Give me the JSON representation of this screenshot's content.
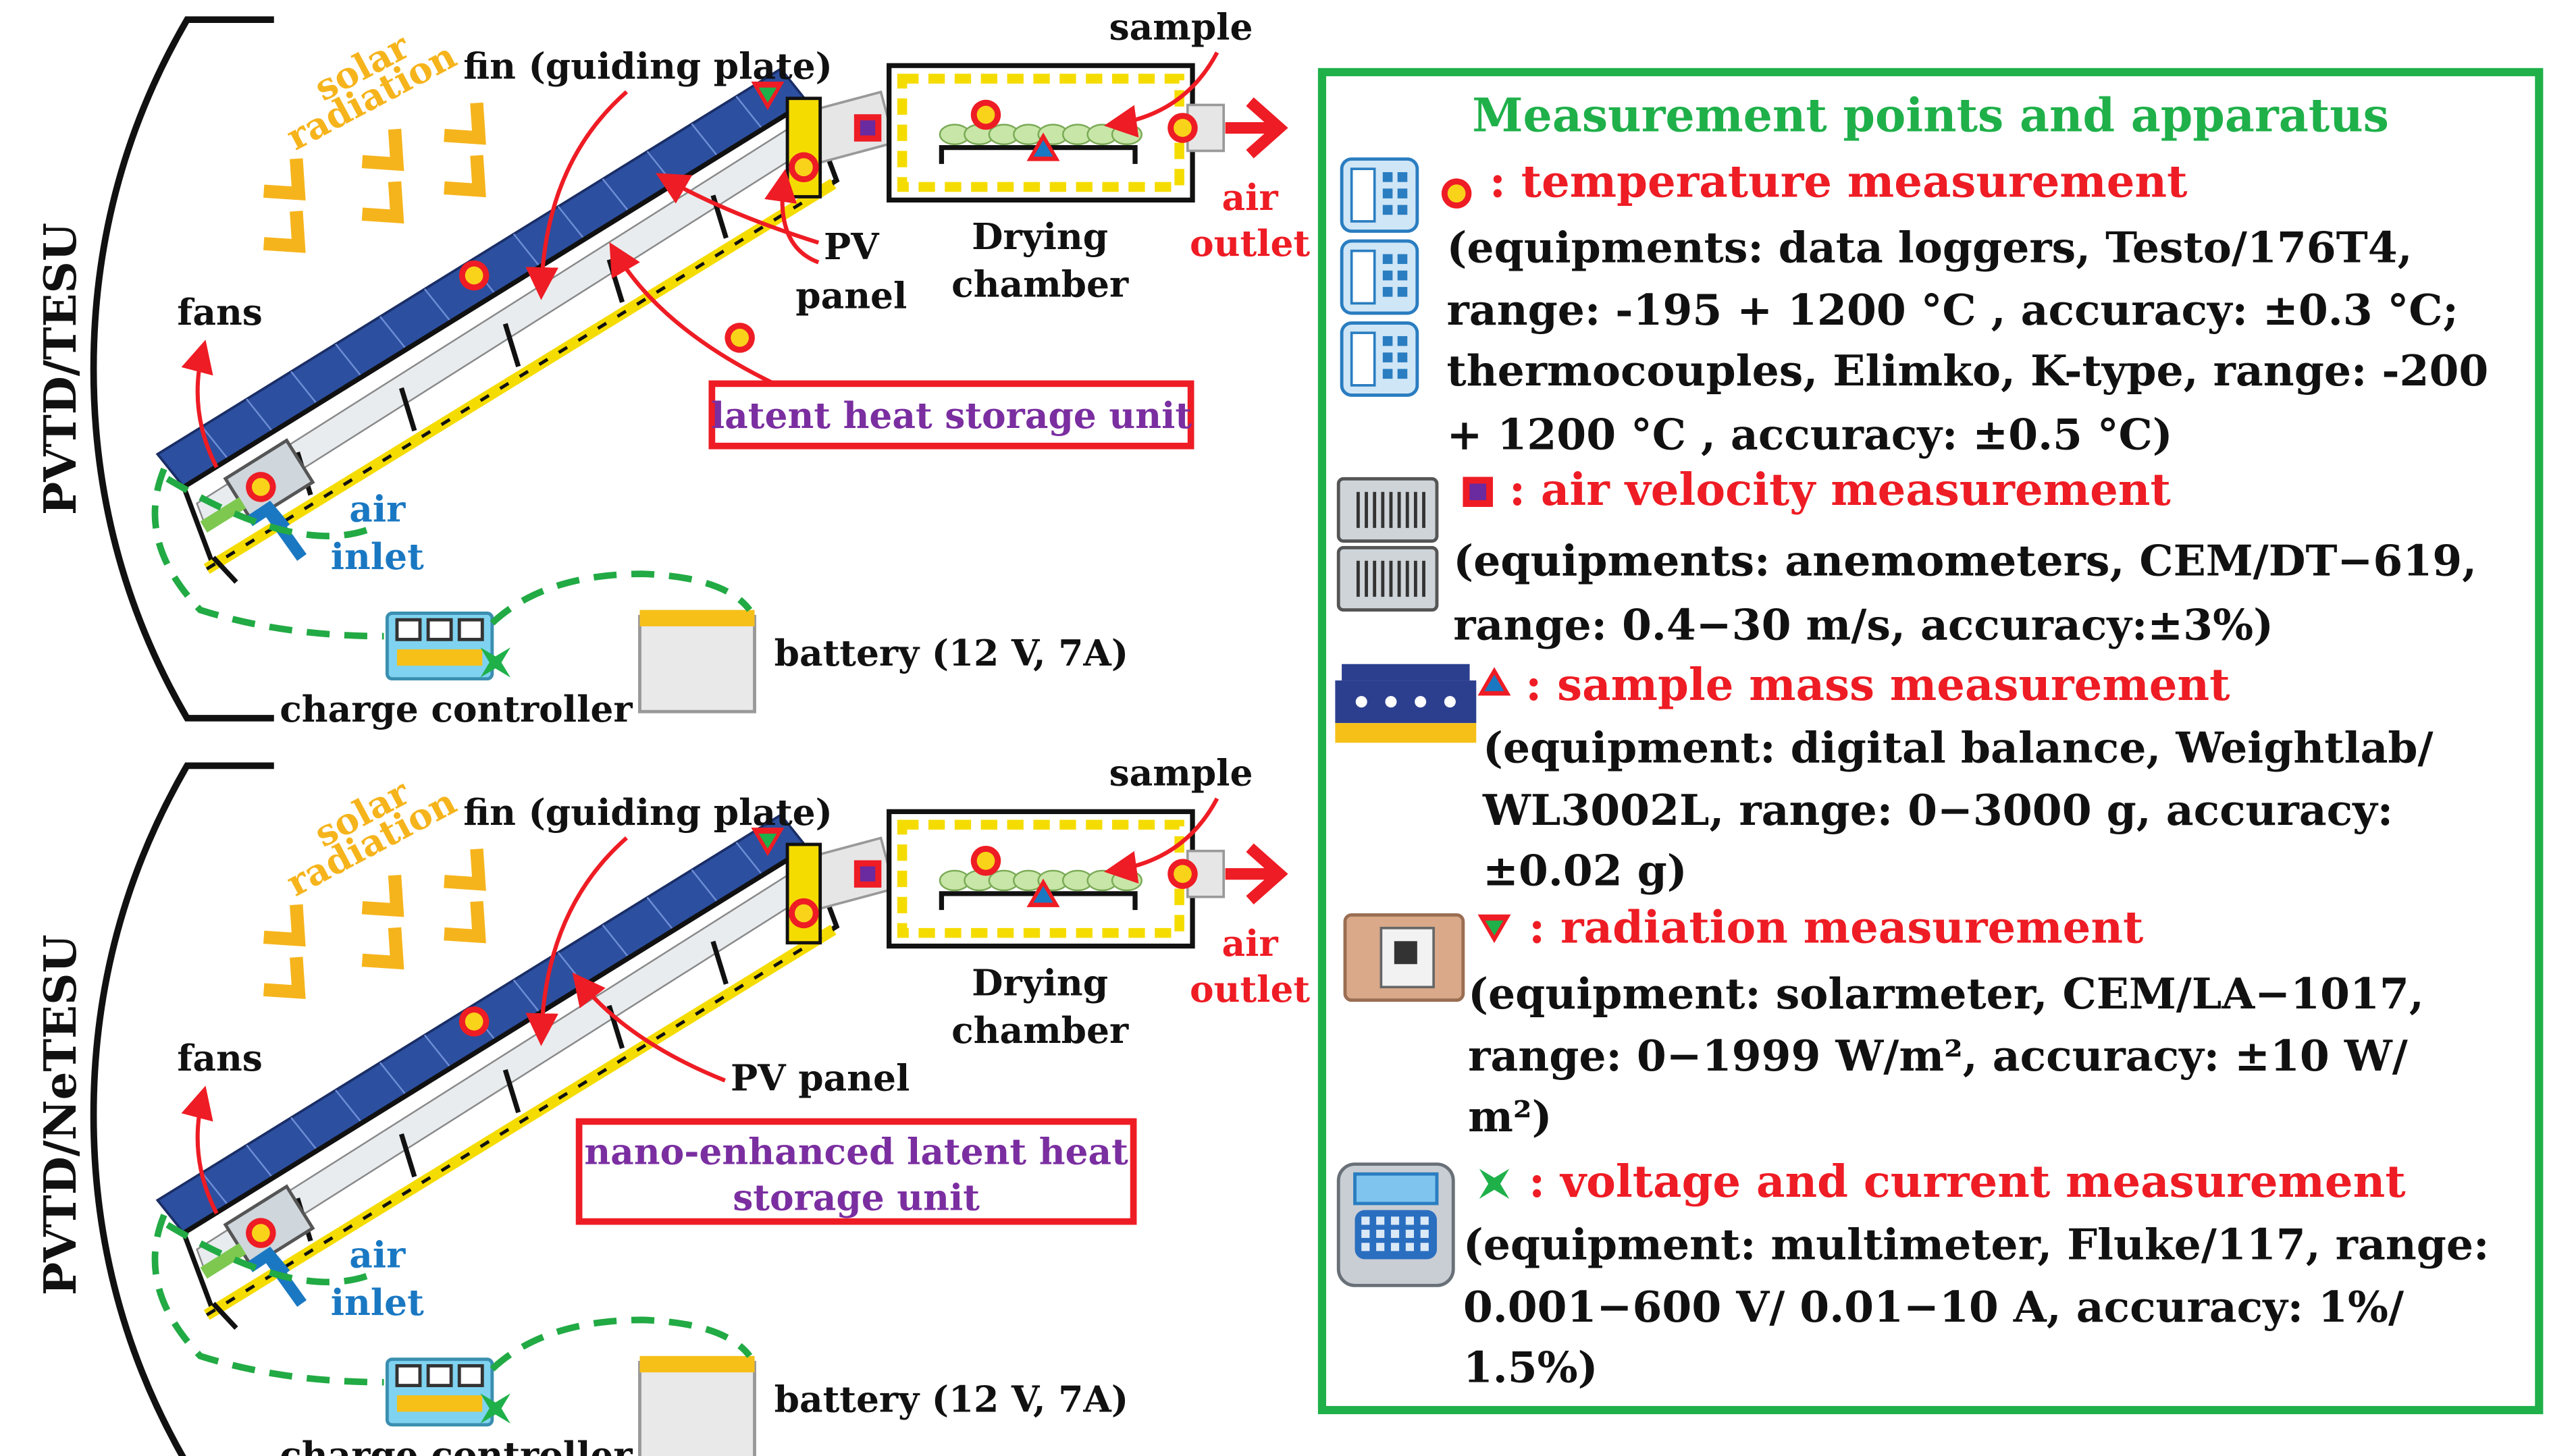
{
  "colors": {
    "red": "#ee1c24",
    "green": "#1fb04a",
    "dash_green": "#22aa44",
    "purple": "#7a2ea0",
    "orange": "#f6b41c",
    "blue": "#1a78c2",
    "panel_blue": "#2c4fa0",
    "yellow": "#f5dc00",
    "dark": "#111111"
  },
  "systems": [
    {
      "side_label": "PVTD/TESU",
      "solar": [
        "solar",
        "radiation"
      ],
      "fin": "fin (guiding plate)",
      "sample": "sample",
      "drying": [
        "Drying",
        "chamber"
      ],
      "air_outlet": [
        "air",
        "outlet"
      ],
      "pv": [
        "PV",
        "panel"
      ],
      "fans": "fans",
      "storage": [
        "latent heat storage unit"
      ],
      "air_inlet": [
        "air",
        "inlet"
      ],
      "battery": "battery (12 V, 7A)",
      "charge": "charge controller"
    },
    {
      "side_label": "PVTD/NeTESU",
      "solar": [
        "solar",
        "radiation"
      ],
      "fin": "fin (guiding plate)",
      "sample": "sample",
      "drying": [
        "Drying",
        "chamber"
      ],
      "air_outlet": [
        "air",
        "outlet"
      ],
      "pv": [
        "PV panel"
      ],
      "fans": "fans",
      "storage": [
        "nano-enhanced latent heat",
        "storage unit"
      ],
      "air_inlet": [
        "air",
        "inlet"
      ],
      "battery": "battery (12 V, 7A)",
      "charge": "charge controller"
    }
  ],
  "legend": {
    "title": "Measurement points and apparatus",
    "items": [
      {
        "icon": "thermo-logger-icon",
        "symbol": "temperature-dot",
        "heading": ": temperature measurement",
        "lines": [
          "(equipments: data loggers, Testo/176T4,",
          "range: -195 + 1200 °C , accuracy: ±0.3 °C;",
          "thermocouples, Elimko, K-type, range: -200",
          "+ 1200 °C , accuracy: ±0.5 °C)"
        ]
      },
      {
        "icon": "anemometer-icon",
        "symbol": "velocity-square",
        "heading": ": air velocity measurement",
        "lines": [
          "(equipments: anemometers, CEM/DT−619,",
          "range: 0.4−30 m/s, accuracy:±3%)"
        ]
      },
      {
        "icon": "balance-icon",
        "symbol": "mass-triangle",
        "heading": ": sample mass measurement",
        "lines": [
          "(equipment: digital balance, Weightlab/",
          "WL3002L, range: 0−3000 g, accuracy:",
          "±0.02 g)"
        ]
      },
      {
        "icon": "solarmeter-icon",
        "symbol": "radiation-triangle",
        "heading": ": radiation measurement",
        "lines": [
          "(equipment: solarmeter, CEM/LA−1017,",
          "range: 0−1999 W/m², accuracy: ±10 W/",
          "m²)"
        ]
      },
      {
        "icon": "multimeter-icon",
        "symbol": "voltage-star",
        "heading": ": voltage and current measurement",
        "lines": [
          "(equipment: multimeter, Fluke/117, range:",
          "0.001−600 V/ 0.01−10 A, accuracy: 1%/",
          "1.5%)"
        ]
      }
    ]
  }
}
